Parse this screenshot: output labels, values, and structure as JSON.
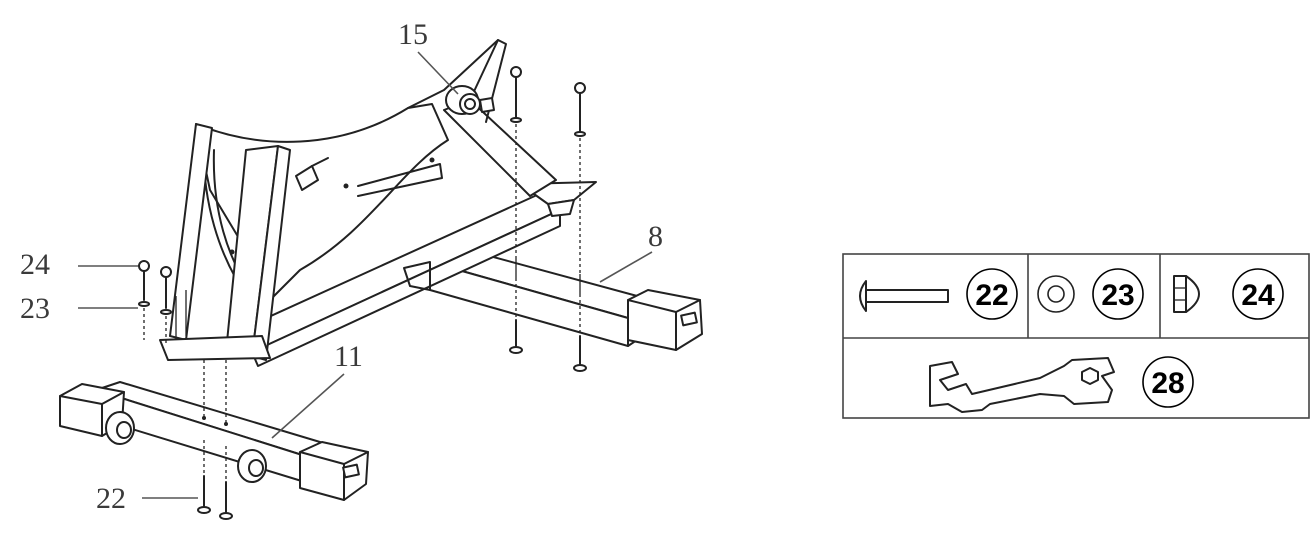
{
  "callouts": {
    "part_15": "15",
    "part_8": "8",
    "part_11": "11",
    "part_24": "24",
    "part_23": "23",
    "part_22": "22"
  },
  "hardware_key": {
    "bolt": "22",
    "washer": "23",
    "cap_nut": "24",
    "wrench": "28"
  },
  "icons": [
    "carriage-bolt-icon",
    "washer-icon",
    "cap-nut-icon",
    "wrench-icon"
  ]
}
